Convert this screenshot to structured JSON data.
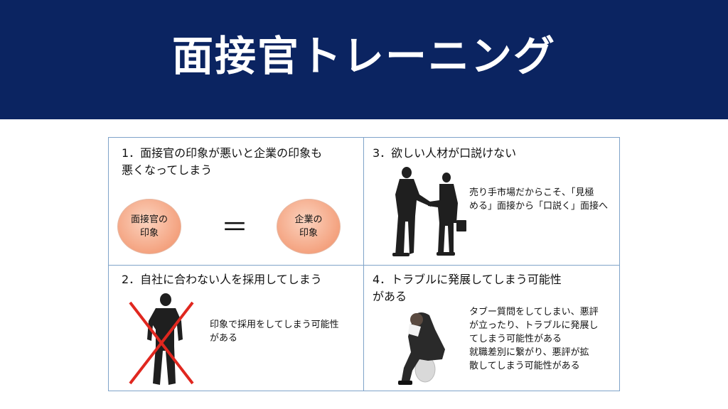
{
  "title": "面接官トレーニング",
  "cells": {
    "c1": {
      "heading_line1": "1．面接官の印象が悪いと企業の印象も",
      "heading_line2": "悪くなってしまう",
      "oval_left_line1": "面接官の",
      "oval_left_line2": "印象",
      "equals": "＝",
      "oval_right_line1": "企業の",
      "oval_right_line2": "印象"
    },
    "c2": {
      "heading": "2．自社に合わない人を採用してしまう",
      "note_line1": "印象で採用をしてしまう可能性",
      "note_line2": "がある"
    },
    "c3": {
      "heading": "3．欲しい人材が口説けない",
      "note_line1": "売り手市場だからこそ、「見極",
      "note_line2": "める」面接から「口説く」面接へ"
    },
    "c4": {
      "heading_line1": "4．トラブルに発展してしまう可能性",
      "heading_line2": "がある",
      "note_lines": [
        "タブー質問をしてしまい、悪評",
        "が立ったり、トラブルに発展し",
        "てしまう可能性がある",
        "就職差別に繋がり、悪評が拡",
        "散してしまう可能性がある"
      ]
    }
  },
  "colors": {
    "header": "#0b2461",
    "border": "#7fa3c9",
    "oval": "#f4a27f",
    "cross": "#e0271f"
  },
  "icons": [
    "handshake-silhouette",
    "standing-man-silhouette",
    "red-cross-icon",
    "worried-man-silhouette"
  ]
}
